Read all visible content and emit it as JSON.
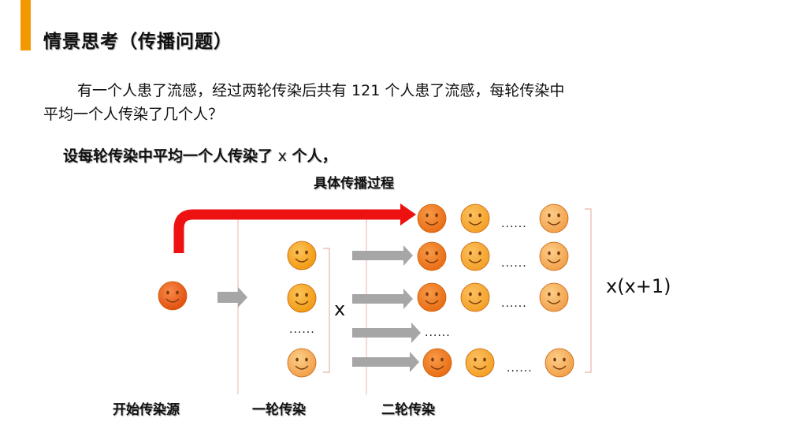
{
  "header": {
    "title": "情景思考（传播问题）"
  },
  "problem": {
    "line1": "有一个人患了流感，经过两轮传染后共有 121 个人患了流感，每轮传染中",
    "line2": "平均一个人传染了几个人？"
  },
  "assumption": {
    "prefix": "设每轮传染中平均一个人传染了",
    "variable": "x",
    "suffix": "个人，"
  },
  "diagram": {
    "process_label": "具体传播过程",
    "stages": [
      "开始传染源",
      "一轮传染",
      "二轮传染"
    ],
    "first_round_label": "x",
    "second_round_label": "x(x+1)",
    "ellipsis": "......",
    "icon": "smiley-face-icon",
    "colors": {
      "source": "#e8561a",
      "round1": "#f5a623",
      "dark": "#ec7a1c",
      "light": "#f6b15a",
      "arrow_red": "#ee1111",
      "arrow_gray": "#a6a6a6",
      "divider": "#e8b4a8"
    }
  }
}
